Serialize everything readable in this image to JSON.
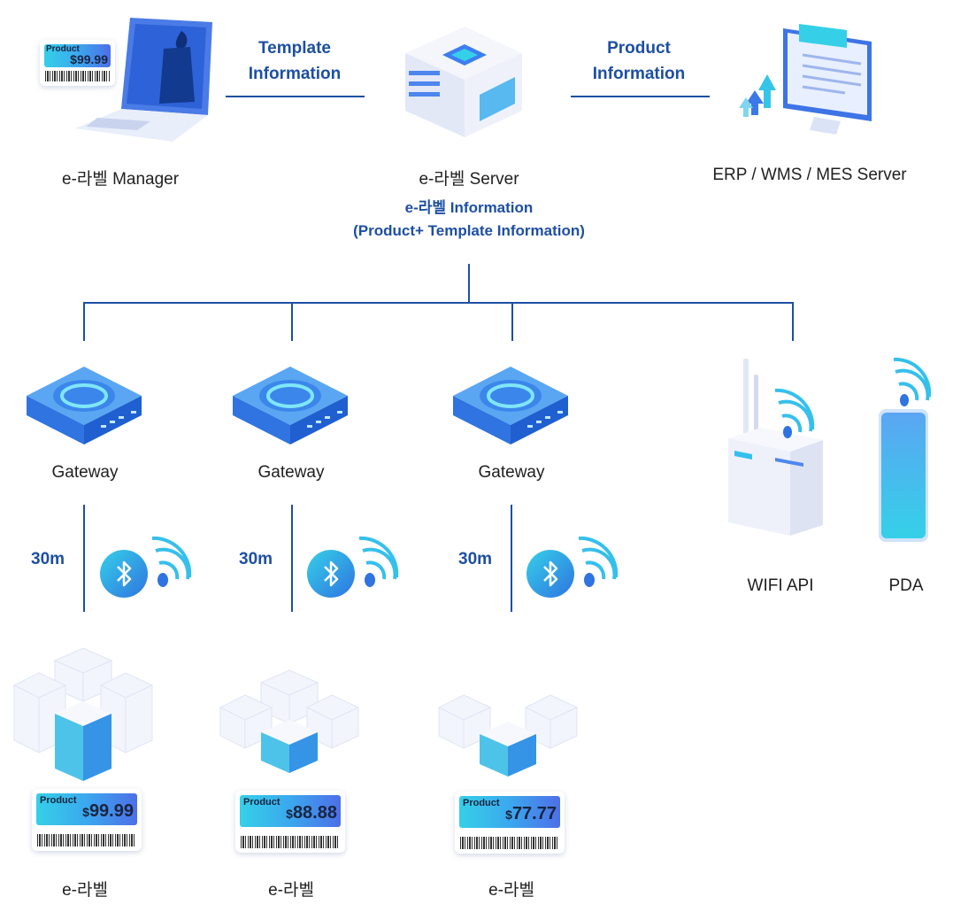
{
  "top": {
    "manager_label": "e-라벨 Manager",
    "server_label": "e-라벨 Server",
    "erp_label": "ERP / WMS / MES Server",
    "template_info_line1": "Template",
    "template_info_line2": "Information",
    "product_info_line1": "Product",
    "product_info_line2": "Information",
    "server_info_line1": "e-라벨 Information",
    "server_info_line2": "(Product+ Template Information)"
  },
  "manager_tag": {
    "product": "Product",
    "currency": "$",
    "price": "99.99"
  },
  "gateways": [
    {
      "label": "Gateway",
      "distance": "30m"
    },
    {
      "label": "Gateway",
      "distance": "30m"
    },
    {
      "label": "Gateway",
      "distance": "30m"
    }
  ],
  "devices": {
    "wifi_label": "WIFI API",
    "pda_label": "PDA"
  },
  "labels": [
    {
      "label": "e-라벨",
      "product": "Product",
      "currency": "$",
      "price": "99.99"
    },
    {
      "label": "e-라벨",
      "product": "Product",
      "currency": "$",
      "price": "88.88"
    },
    {
      "label": "e-라벨",
      "product": "Product",
      "currency": "$",
      "price": "77.77"
    }
  ],
  "colors": {
    "line": "#1d4fa3",
    "accent_cyan": "#35d0e8",
    "accent_blue": "#2f7fe0"
  },
  "icons": [
    "laptop-icon",
    "server-icon",
    "monitor-icon",
    "gateway-icon",
    "bluetooth-icon",
    "wifi-signal-icon",
    "router-icon",
    "phone-icon",
    "box-stack-icon",
    "price-tag-icon"
  ]
}
